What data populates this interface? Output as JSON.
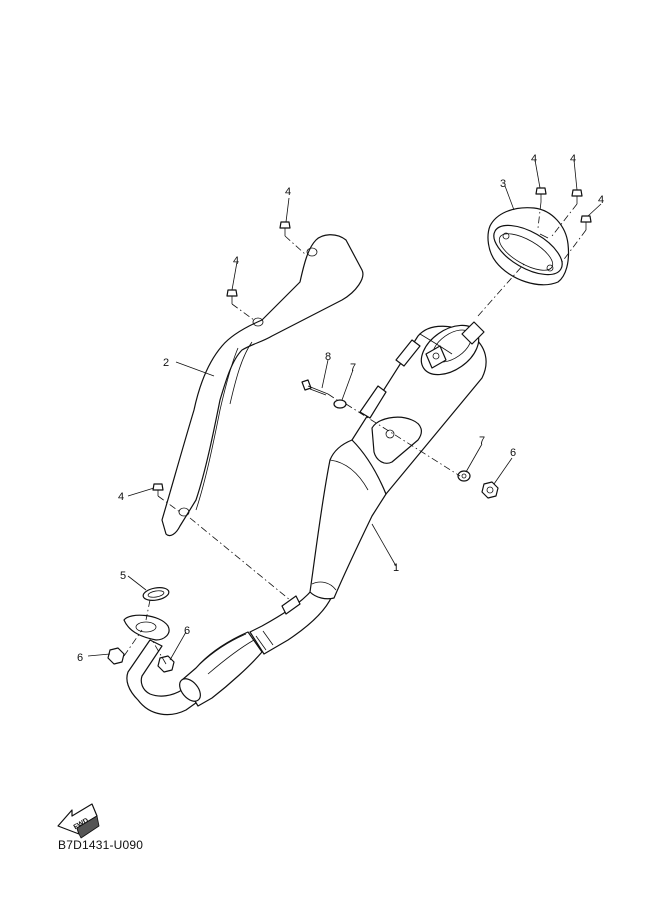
{
  "callouts": {
    "exhaust_pipe": "1",
    "heat_protector_upper": "2",
    "muffler_cap": "3",
    "bolt_protector_top": "4",
    "bolt_protector_mid": "4",
    "bolt_protector_low": "4",
    "bolt_cap_1": "4",
    "bolt_cap_2": "4",
    "bolt_cap_3": "4",
    "gasket": "5",
    "nut_left": "6",
    "nut_right": "6",
    "nut_bracket": "6",
    "washer_left": "7",
    "washer_right": "7",
    "bolt_bracket": "8"
  },
  "fwd_text": "FWD",
  "diagram_code": "B7D1431-U090"
}
